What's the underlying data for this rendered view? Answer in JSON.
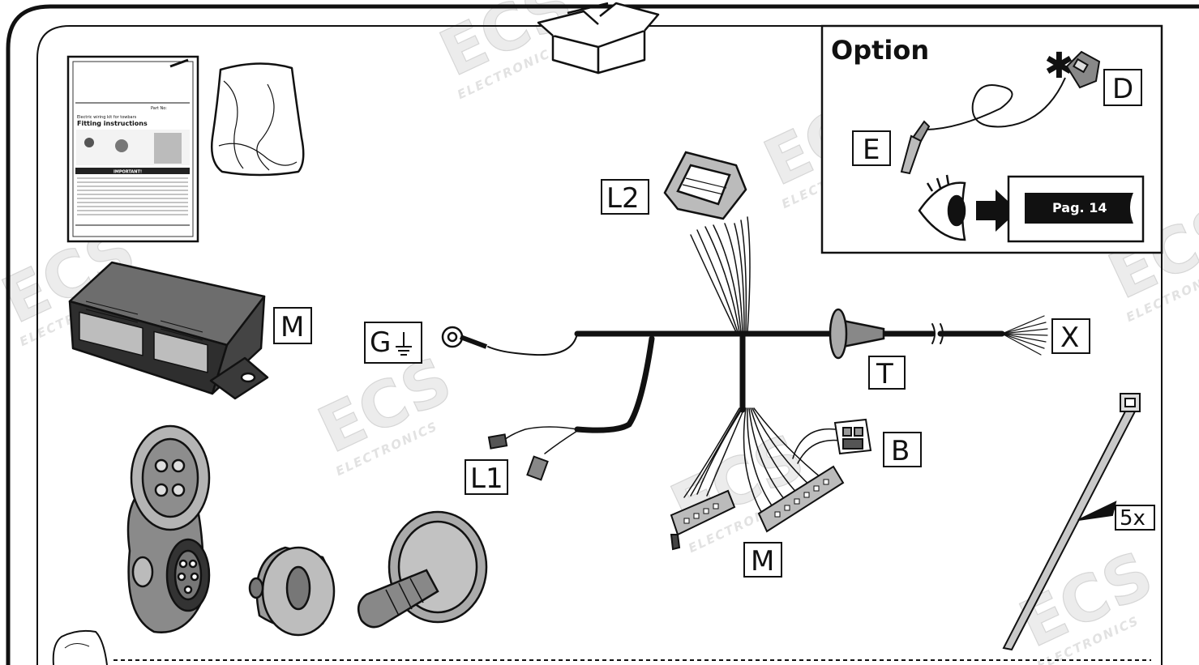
{
  "watermark": {
    "logo": "ECS",
    "sub": "ELECTRONICS"
  },
  "option_panel": {
    "title": "Option",
    "asterisk": "✱",
    "page_ref": "Pag. 14"
  },
  "labels": {
    "D": "D",
    "E": "E",
    "L2": "L2",
    "M_module": "M",
    "G": "G",
    "T": "T",
    "X": "X",
    "B": "B",
    "L1": "L1",
    "M_connector": "M",
    "qty": "5x"
  },
  "manual_thumb": {
    "title": "Fitting instructions",
    "subtitle": "Electric wiring kit for towbars",
    "part_no": "Part No:",
    "important": "IMPORTANT!"
  },
  "icons": [
    "box-icon",
    "eye-icon",
    "arrow-right-icon",
    "ground-icon",
    "asterisk-icon",
    "cable-tie-icon",
    "plastic-bag-icon",
    "manual-icon",
    "control-module-icon",
    "socket-icon",
    "grommet-icon"
  ]
}
